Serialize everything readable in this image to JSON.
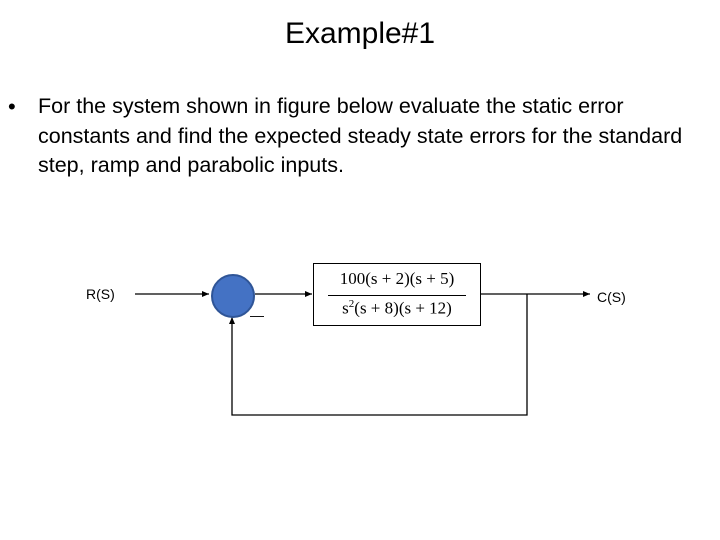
{
  "title": "Example#1",
  "bullet_symbol": "•",
  "problem_statement": "For the system shown in figure below evaluate the static error constants and find the expected steady state errors for the standard step, ramp and parabolic inputs.",
  "diagram": {
    "input_label": "R(S)",
    "output_label": "C(S)",
    "feedback_sign": "—",
    "transfer_function": {
      "num_coeff": "100",
      "num_factor1": "(s + 2)",
      "num_factor2": "(s + 5)",
      "den_var": "s",
      "den_exp": "2",
      "den_factor1": "(s + 8)",
      "den_factor2": "(s + 12)"
    },
    "colors": {
      "summing_junction_fill": "#4472C4",
      "summing_junction_stroke": "#2F5597",
      "line": "#000000"
    }
  }
}
